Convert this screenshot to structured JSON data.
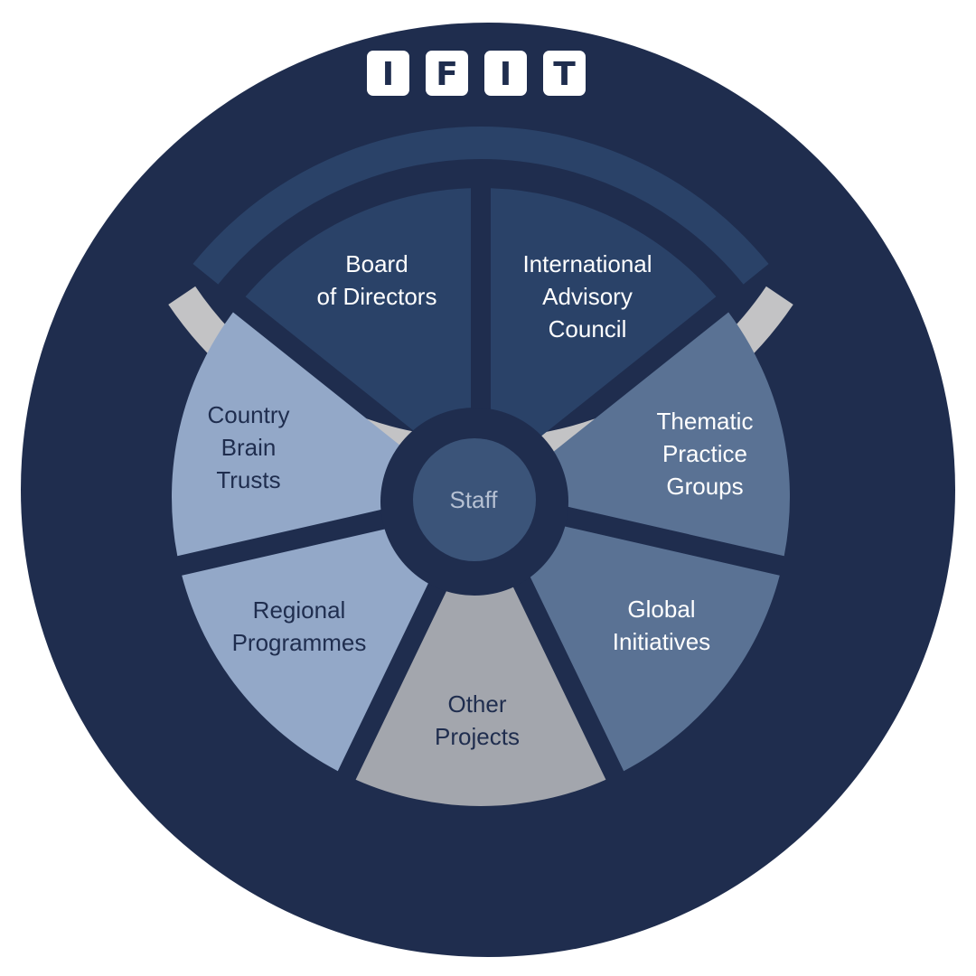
{
  "logo": {
    "letters": [
      "I",
      "F",
      "I",
      "T"
    ]
  },
  "center": {
    "label": "Staff"
  },
  "segments": [
    {
      "key": "board",
      "lines": [
        "Board",
        "of Directors"
      ],
      "fill": "#2a4268",
      "text_color": "#ffffff"
    },
    {
      "key": "advisory",
      "lines": [
        "International",
        "Advisory",
        "Council"
      ],
      "fill": "#2a4268",
      "text_color": "#ffffff"
    },
    {
      "key": "thematic",
      "lines": [
        "Thematic",
        "Practice",
        "Groups"
      ],
      "fill": "#5a7294",
      "text_color": "#ffffff"
    },
    {
      "key": "global",
      "lines": [
        "Global",
        "Initiatives"
      ],
      "fill": "#5a7294",
      "text_color": "#ffffff"
    },
    {
      "key": "other",
      "lines": [
        "Other",
        "Projects"
      ],
      "fill": "#a3a6ad",
      "text_color": "#1f2d4e"
    },
    {
      "key": "regional",
      "lines": [
        "Regional",
        "Programmes"
      ],
      "fill": "#93a8c8",
      "text_color": "#1f2d4e"
    },
    {
      "key": "country",
      "lines": [
        "Country",
        "Brain",
        "Trusts"
      ],
      "fill": "#93a8c8",
      "text_color": "#1f2d4e"
    }
  ],
  "colors": {
    "background": "#ffffff",
    "outer_circle": "#1f2d4e",
    "top_arc": "#2a4268",
    "bottom_arc": "#c3c3c5",
    "center_fill": "#3b5479",
    "center_text": "#b6c1d3",
    "logo_box": "#ffffff",
    "logo_text": "#1f2d4e"
  }
}
